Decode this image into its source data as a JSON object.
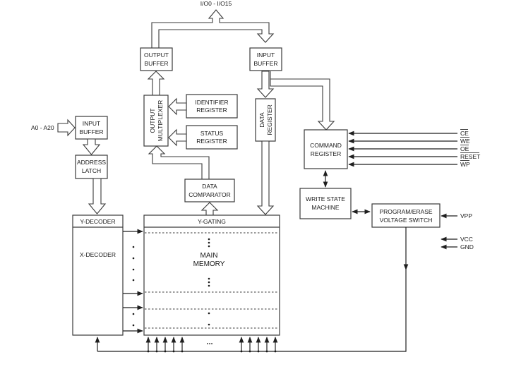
{
  "diagram": {
    "type": "block-diagram",
    "subject": "Flash memory block diagram",
    "bus_labels": {
      "io": "I/O0 - I/O15",
      "address": "A0 - A20"
    },
    "blocks": {
      "output_buffer": [
        "OUTPUT",
        "BUFFER"
      ],
      "input_buffer_io": [
        "INPUT",
        "BUFFER"
      ],
      "output_multiplexer": [
        "OUTPUT",
        "MULTIPLEXER"
      ],
      "identifier_register": [
        "IDENTIFIER",
        "REGISTER"
      ],
      "status_register": [
        "STATUS",
        "REGISTER"
      ],
      "data_register": [
        "DATA",
        "REGISTER"
      ],
      "command_register": [
        "COMMAND",
        "REGISTER"
      ],
      "input_buffer_addr": [
        "INPUT",
        "BUFFER"
      ],
      "address_latch": [
        "ADDRESS",
        "LATCH"
      ],
      "data_comparator": [
        "DATA",
        "COMPARATOR"
      ],
      "write_state_machine": [
        "WRITE STATE",
        "MACHINE"
      ],
      "program_erase_switch": [
        "PROGRAM/ERASE",
        "VOLTAGE SWITCH"
      ],
      "y_decoder": "Y-DECODER",
      "x_decoder": "X-DECODER",
      "y_gating": "Y-GATING",
      "main_memory": [
        "MAIN",
        "MEMORY"
      ]
    },
    "control_signals": [
      {
        "name": "CE",
        "active_low": true
      },
      {
        "name": "WE",
        "active_low": true
      },
      {
        "name": "OE",
        "active_low": true
      },
      {
        "name": "RESET",
        "active_low": true
      },
      {
        "name": "WP",
        "active_low": true
      }
    ],
    "power_signals": [
      "VPP",
      "VCC",
      "GND"
    ],
    "ellipsis": "..."
  }
}
